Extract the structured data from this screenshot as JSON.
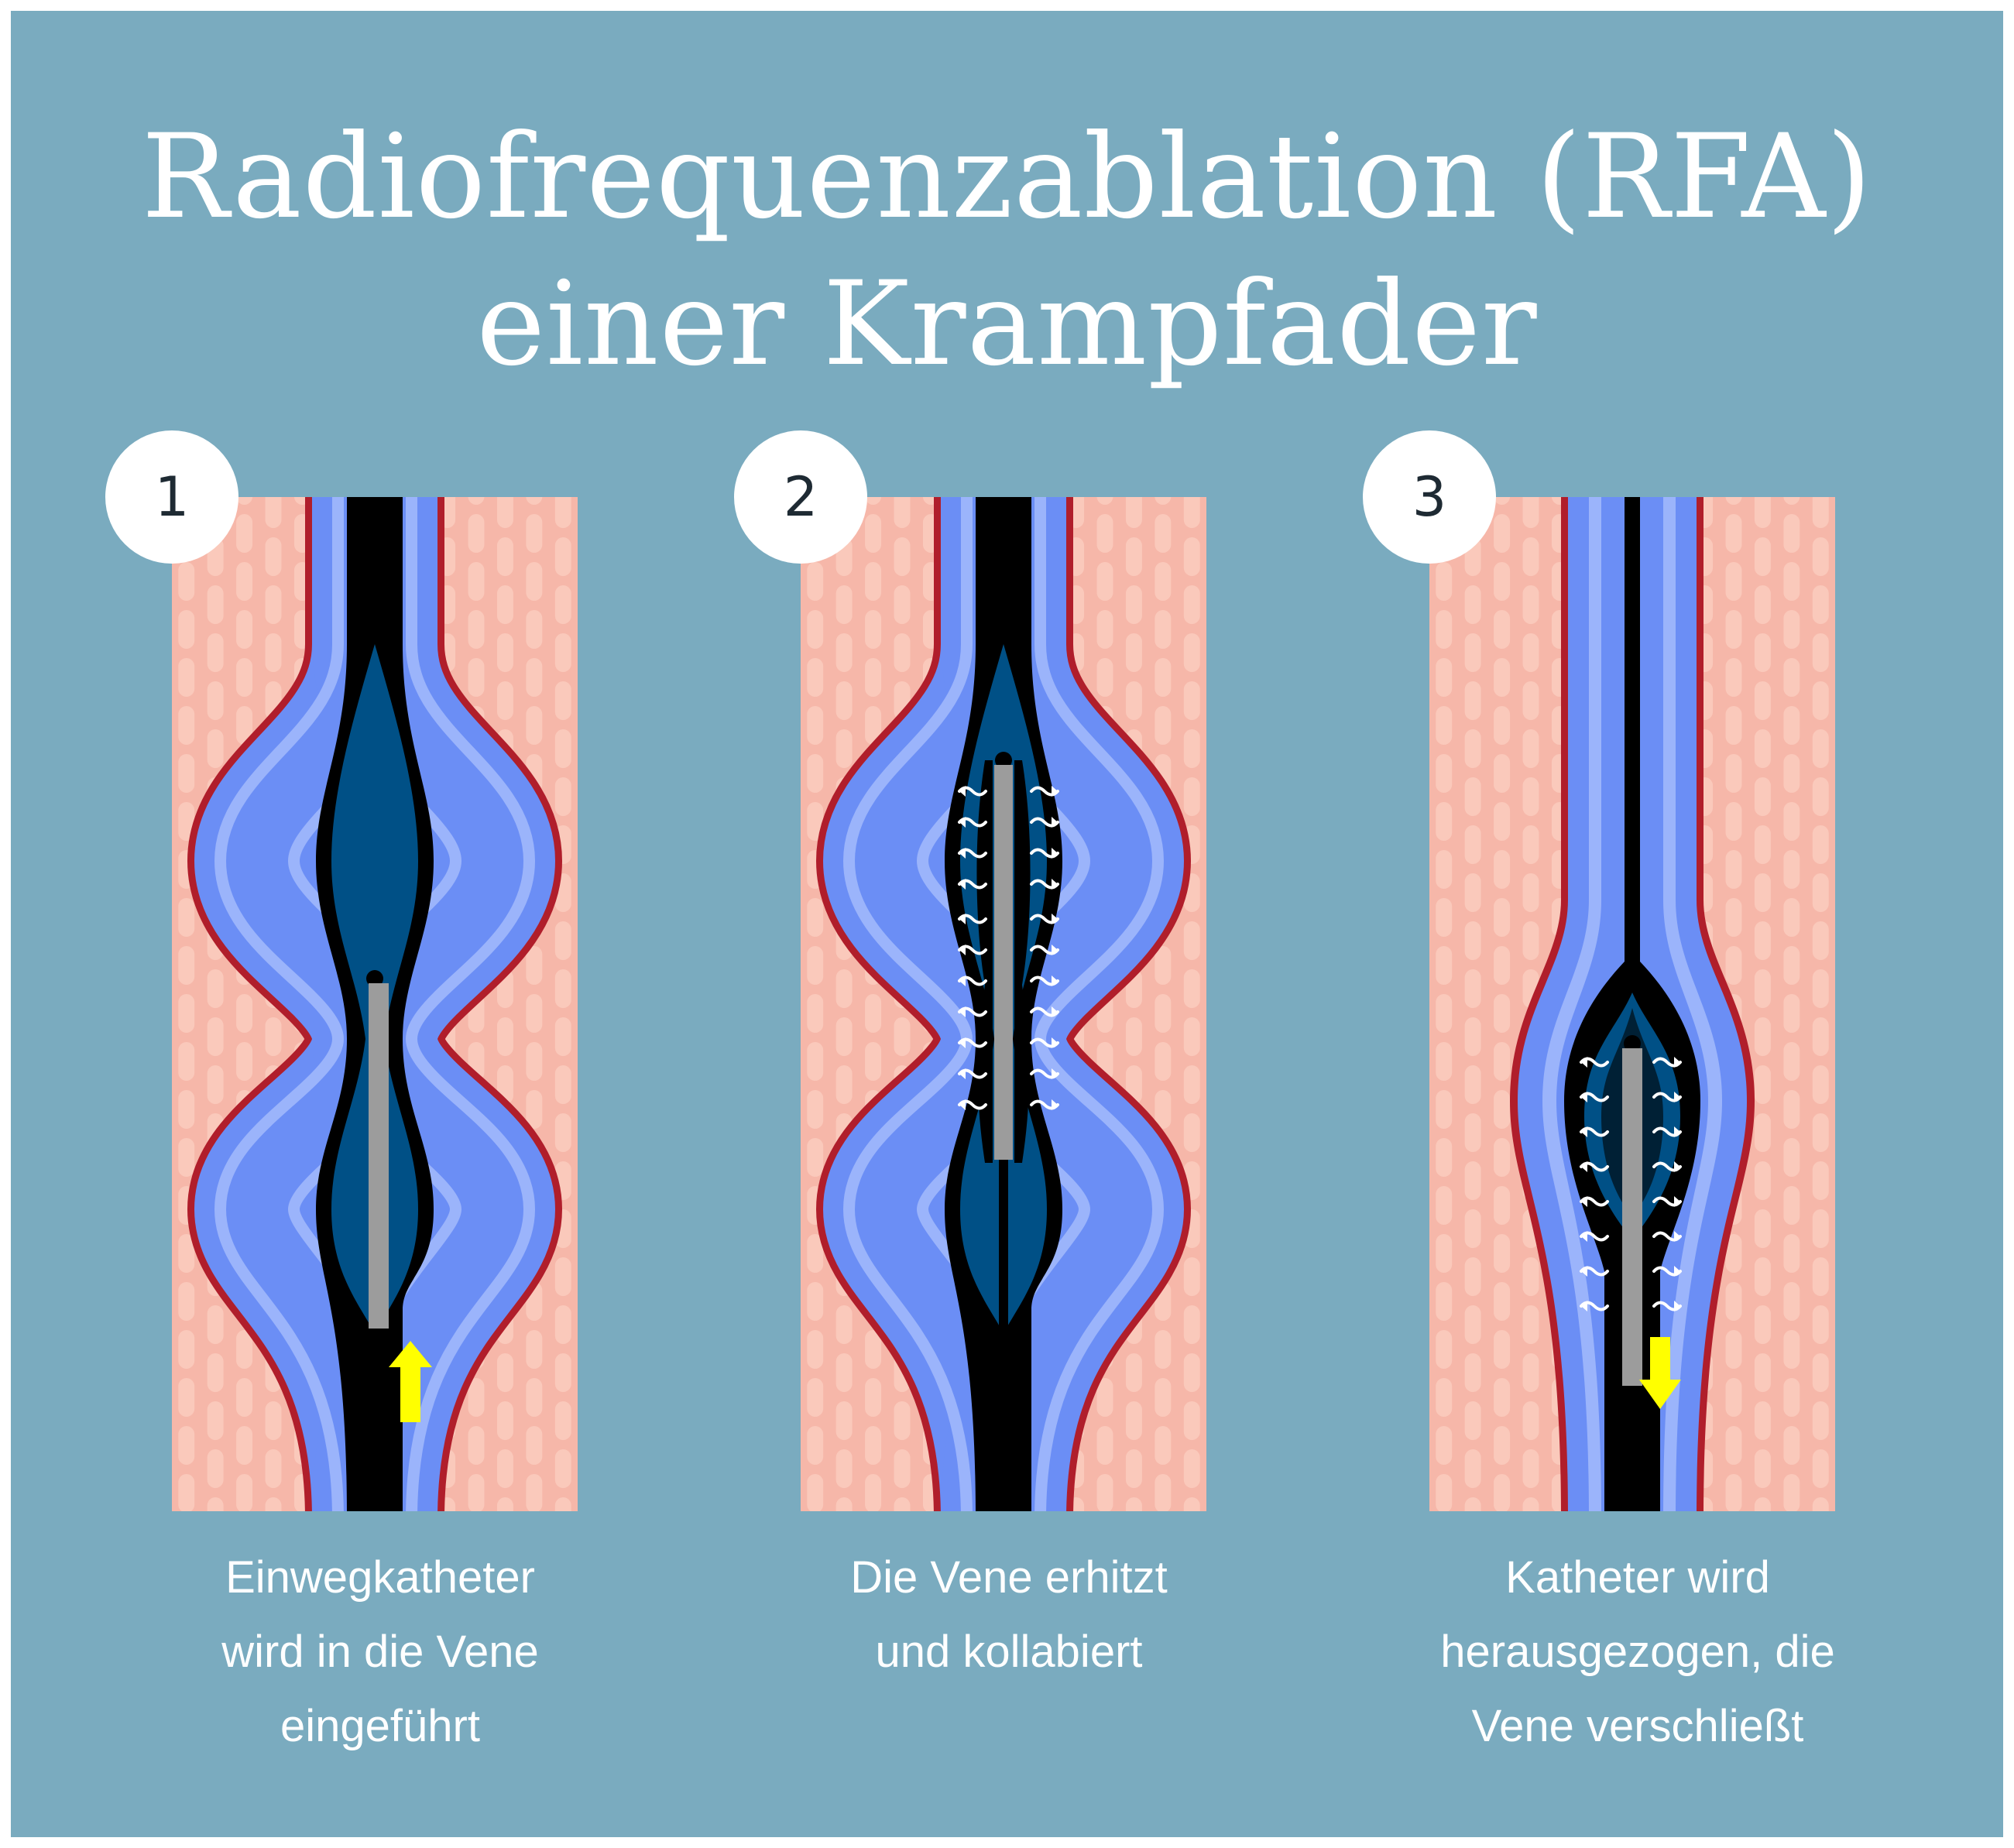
{
  "title": {
    "line1": "Radiofrequenzablation (RFA)",
    "line2": "einer Krampfader"
  },
  "colors": {
    "background": "#7aabbf",
    "tissue": "#f6b7a9",
    "tissue_pattern": "#fbcdbf",
    "vessel_outer": "#b01e2b",
    "vein_wall": "#6b8ef5",
    "vein_wall_light": "#9bb4fb",
    "vein_lumen": "#005086",
    "vein_edge": "#000000",
    "catheter": "#9c9c9c",
    "arrow": "#ffff00"
  },
  "panels": [
    {
      "number": "1",
      "caption": [
        "Einwegkatheter",
        "wird in die Vene",
        "eingeführt"
      ],
      "stage": "insert",
      "arrow_direction": "up"
    },
    {
      "number": "2",
      "caption": [
        "Die Vene erhitzt",
        "und kollabiert"
      ],
      "stage": "heat",
      "arrow_direction": "none"
    },
    {
      "number": "3",
      "caption": [
        "Katheter wird",
        "herausgezogen, die",
        "Vene verschließt"
      ],
      "stage": "withdraw",
      "arrow_direction": "down"
    }
  ]
}
